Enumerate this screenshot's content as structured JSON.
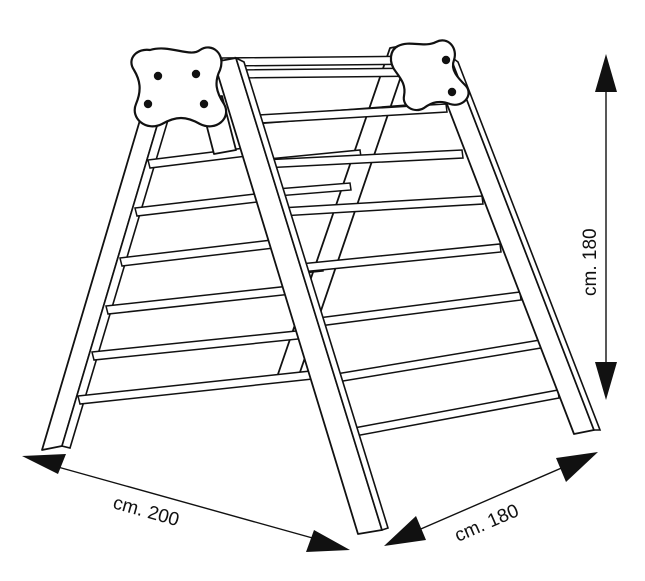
{
  "dimensions": {
    "width_label": "cm. 200",
    "depth_label": "cm. 180",
    "height_label": "cm. 180"
  },
  "icons": {
    "bracket": "bracket-icon",
    "bolt": "bolt-icon",
    "arrow": "arrowhead-icon"
  },
  "colors": {
    "line": "#111111",
    "background": "#ffffff"
  }
}
